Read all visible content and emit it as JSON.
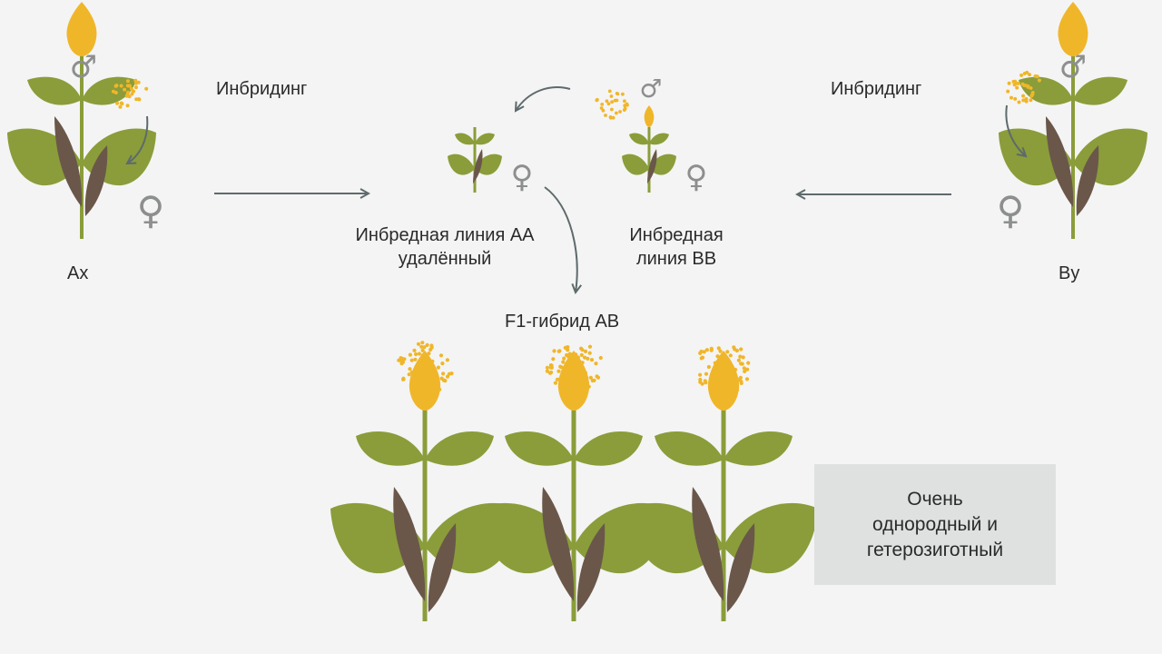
{
  "labels": {
    "inbreeding_left": "Инбридинг",
    "inbreeding_right": "Инбридинг",
    "parent_left": "Ax",
    "parent_right": "By",
    "line_aa_1": "Инбредная линия АА",
    "line_aa_2": "удалённый",
    "line_bb_1": "Инбредная",
    "line_bb_2": "линия ВВ",
    "f1": "F1-гибрид АВ",
    "note_1": "Очень",
    "note_2": "однородный и",
    "note_3": "гетерозиготный"
  },
  "symbols": {
    "male": "♂",
    "female": "♀"
  },
  "colors": {
    "leaf_green": "#8a9d3a",
    "leaf_brown": "#6a574a",
    "flower_yellow": "#f0b62a",
    "pollen_yellow": "#f0b62a",
    "arrow_gray": "#5e6a6b",
    "symbol_gray": "#8d8f8f",
    "background": "#f4f4f4",
    "note_box": "#dfe1e1"
  }
}
